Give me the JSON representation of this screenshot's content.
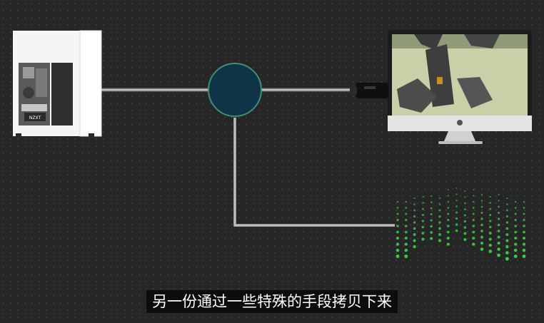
{
  "caption": "另一份通过一些特殊的手段拷贝下来",
  "case_badge": "NZXT",
  "colors": {
    "background": "#262626",
    "node": "#0f3448",
    "node_ring": "#3f8f72",
    "cable": "#bdbdbd",
    "dots": "#3cd24a",
    "caption_bg": "#0d0d0d"
  },
  "icons": {
    "source": "pc-tower-icon",
    "node": "splitter-node",
    "display": "imac-monitor-icon",
    "copy": "green-dot-matrix-icon"
  }
}
